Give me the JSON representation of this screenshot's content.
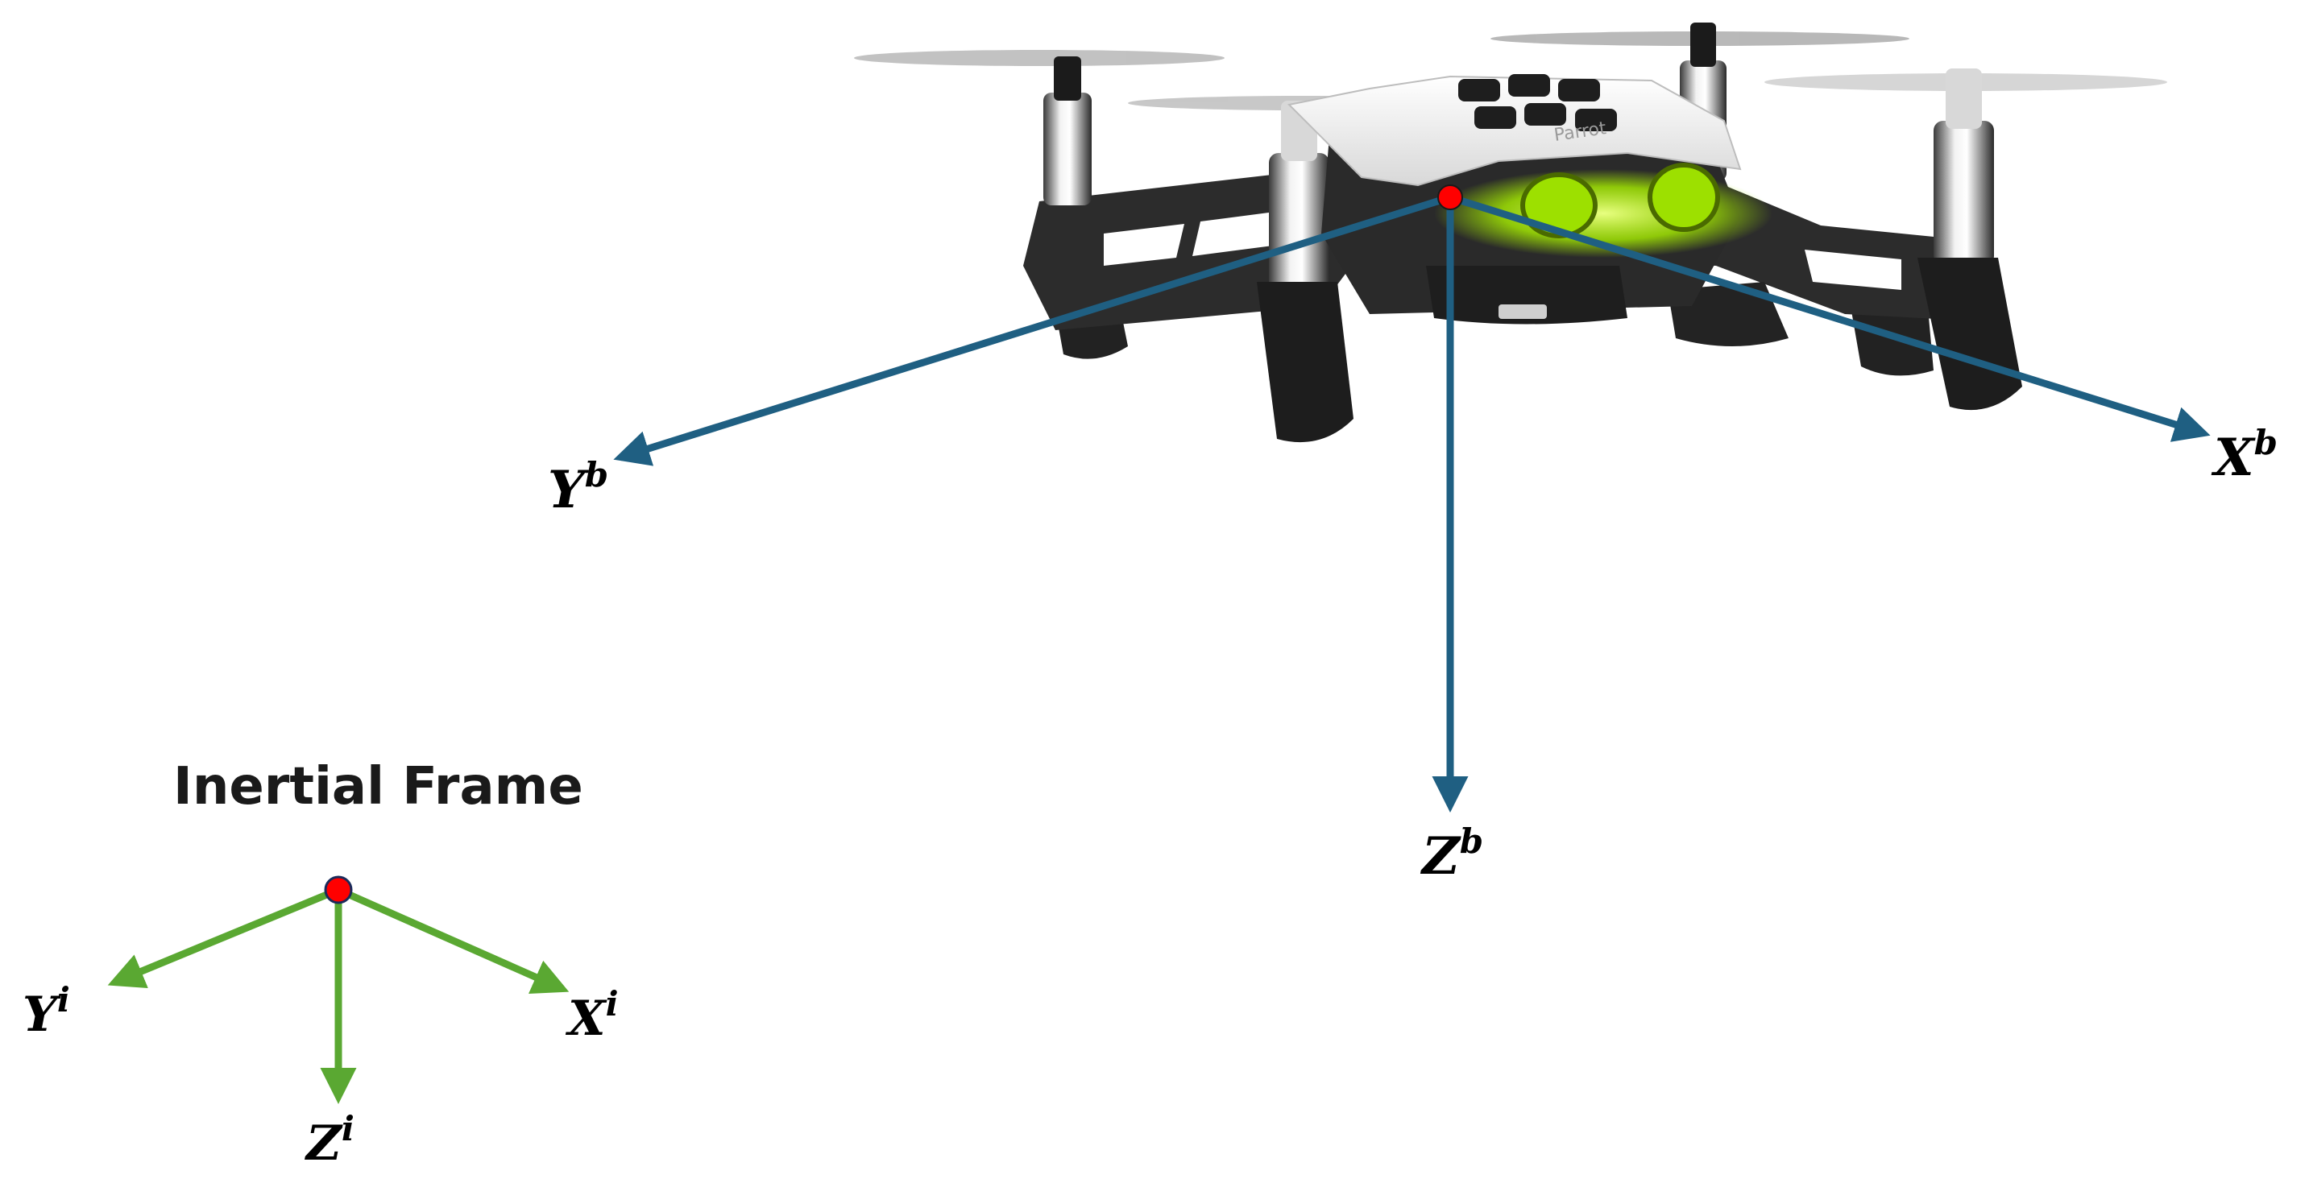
{
  "inertial_frame": {
    "title": "Inertial Frame",
    "color": "#5aa832",
    "origin_color": "#ff0000",
    "axes": [
      {
        "name": "x-axis-inertial",
        "base": "X",
        "superscript": "i"
      },
      {
        "name": "y-axis-inertial",
        "base": "Y",
        "superscript": "i"
      },
      {
        "name": "z-axis-inertial",
        "base": "Z",
        "superscript": "i"
      }
    ]
  },
  "body_frame": {
    "color": "#1f5f82",
    "origin_color": "#ff0000",
    "axes": [
      {
        "name": "x-axis-body",
        "base": "X",
        "superscript": "b"
      },
      {
        "name": "y-axis-body",
        "base": "Y",
        "superscript": "b"
      },
      {
        "name": "z-axis-body",
        "base": "Z",
        "superscript": "b"
      }
    ]
  },
  "drone": {
    "icon": "quadcopter-drone-image",
    "brand_text": "Parrot",
    "accent_color": "#a8f000"
  }
}
